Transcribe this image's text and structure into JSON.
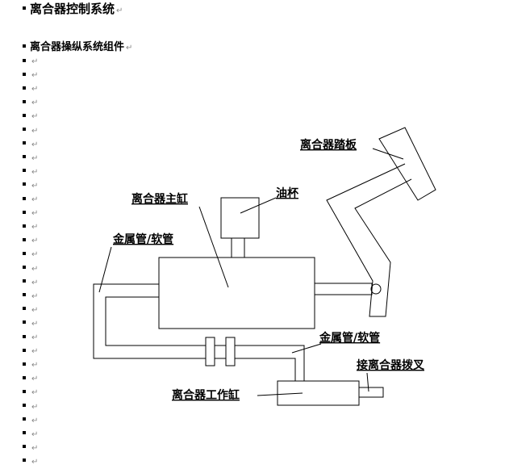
{
  "document": {
    "heading": "离合器控制系统",
    "subheading": "离合器操纵系统组件",
    "paragraph_mark": "↵",
    "empty_line_count": 30
  },
  "diagram": {
    "labels": {
      "pedal": "离合器踏板",
      "oil_cup": "油杯",
      "master_cylinder": "离合器主缸",
      "metal_pipe_left": "金属管/软管",
      "metal_pipe_right": "金属管/软管",
      "release_fork": "接离合器拨叉",
      "slave_cylinder": "离合器工作缸"
    }
  }
}
